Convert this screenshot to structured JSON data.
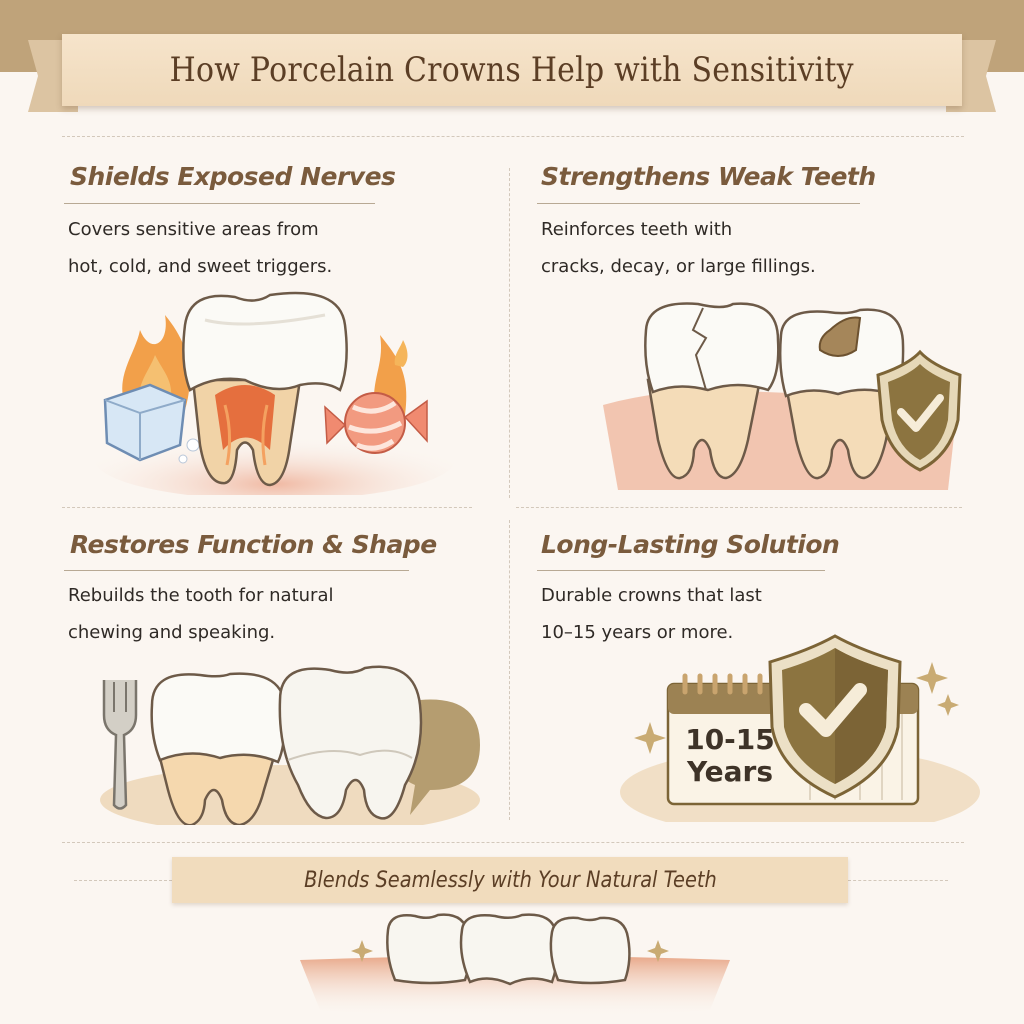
{
  "header": {
    "title": "How Porcelain Crowns Help with Sensitivity"
  },
  "cards": [
    {
      "title": "Shields Exposed Nerves",
      "lines": [
        "Covers sensitive areas from",
        "hot, cold, and sweet triggers."
      ],
      "illustration": "tooth-with-crown-heat-ice-candy"
    },
    {
      "title": "Strengthens Weak Teeth",
      "lines": [
        "Reinforces teeth with",
        "cracks, decay, or large fillings."
      ],
      "illustration": "cracked-decayed-teeth-shield"
    },
    {
      "title": "Restores Function & Shape",
      "lines": [
        "Rebuilds the tooth for natural",
        "chewing and speaking."
      ],
      "illustration": "fork-teeth-speech-bubble"
    },
    {
      "title": "Long-Lasting Solution",
      "lines": [
        "Durable crowns that last",
        "10–15 years or more."
      ],
      "illustration": "calendar-shield-checkmark",
      "calendar": {
        "range": "10-15",
        "unit": "Years"
      }
    }
  ],
  "footer": {
    "title": "Blends Seamlessly with Your Natural Teeth",
    "illustration": "three-teeth-in-gum"
  },
  "colors": {
    "background": "#fbf6f1",
    "top_band": "#bfa37a",
    "banner": "#f3dfc2",
    "heading": "#7a5b3d",
    "title_text": "#5b3e25",
    "body_text": "#2f2a26",
    "shield": "#8c7440",
    "gum": "#e9a98d"
  }
}
